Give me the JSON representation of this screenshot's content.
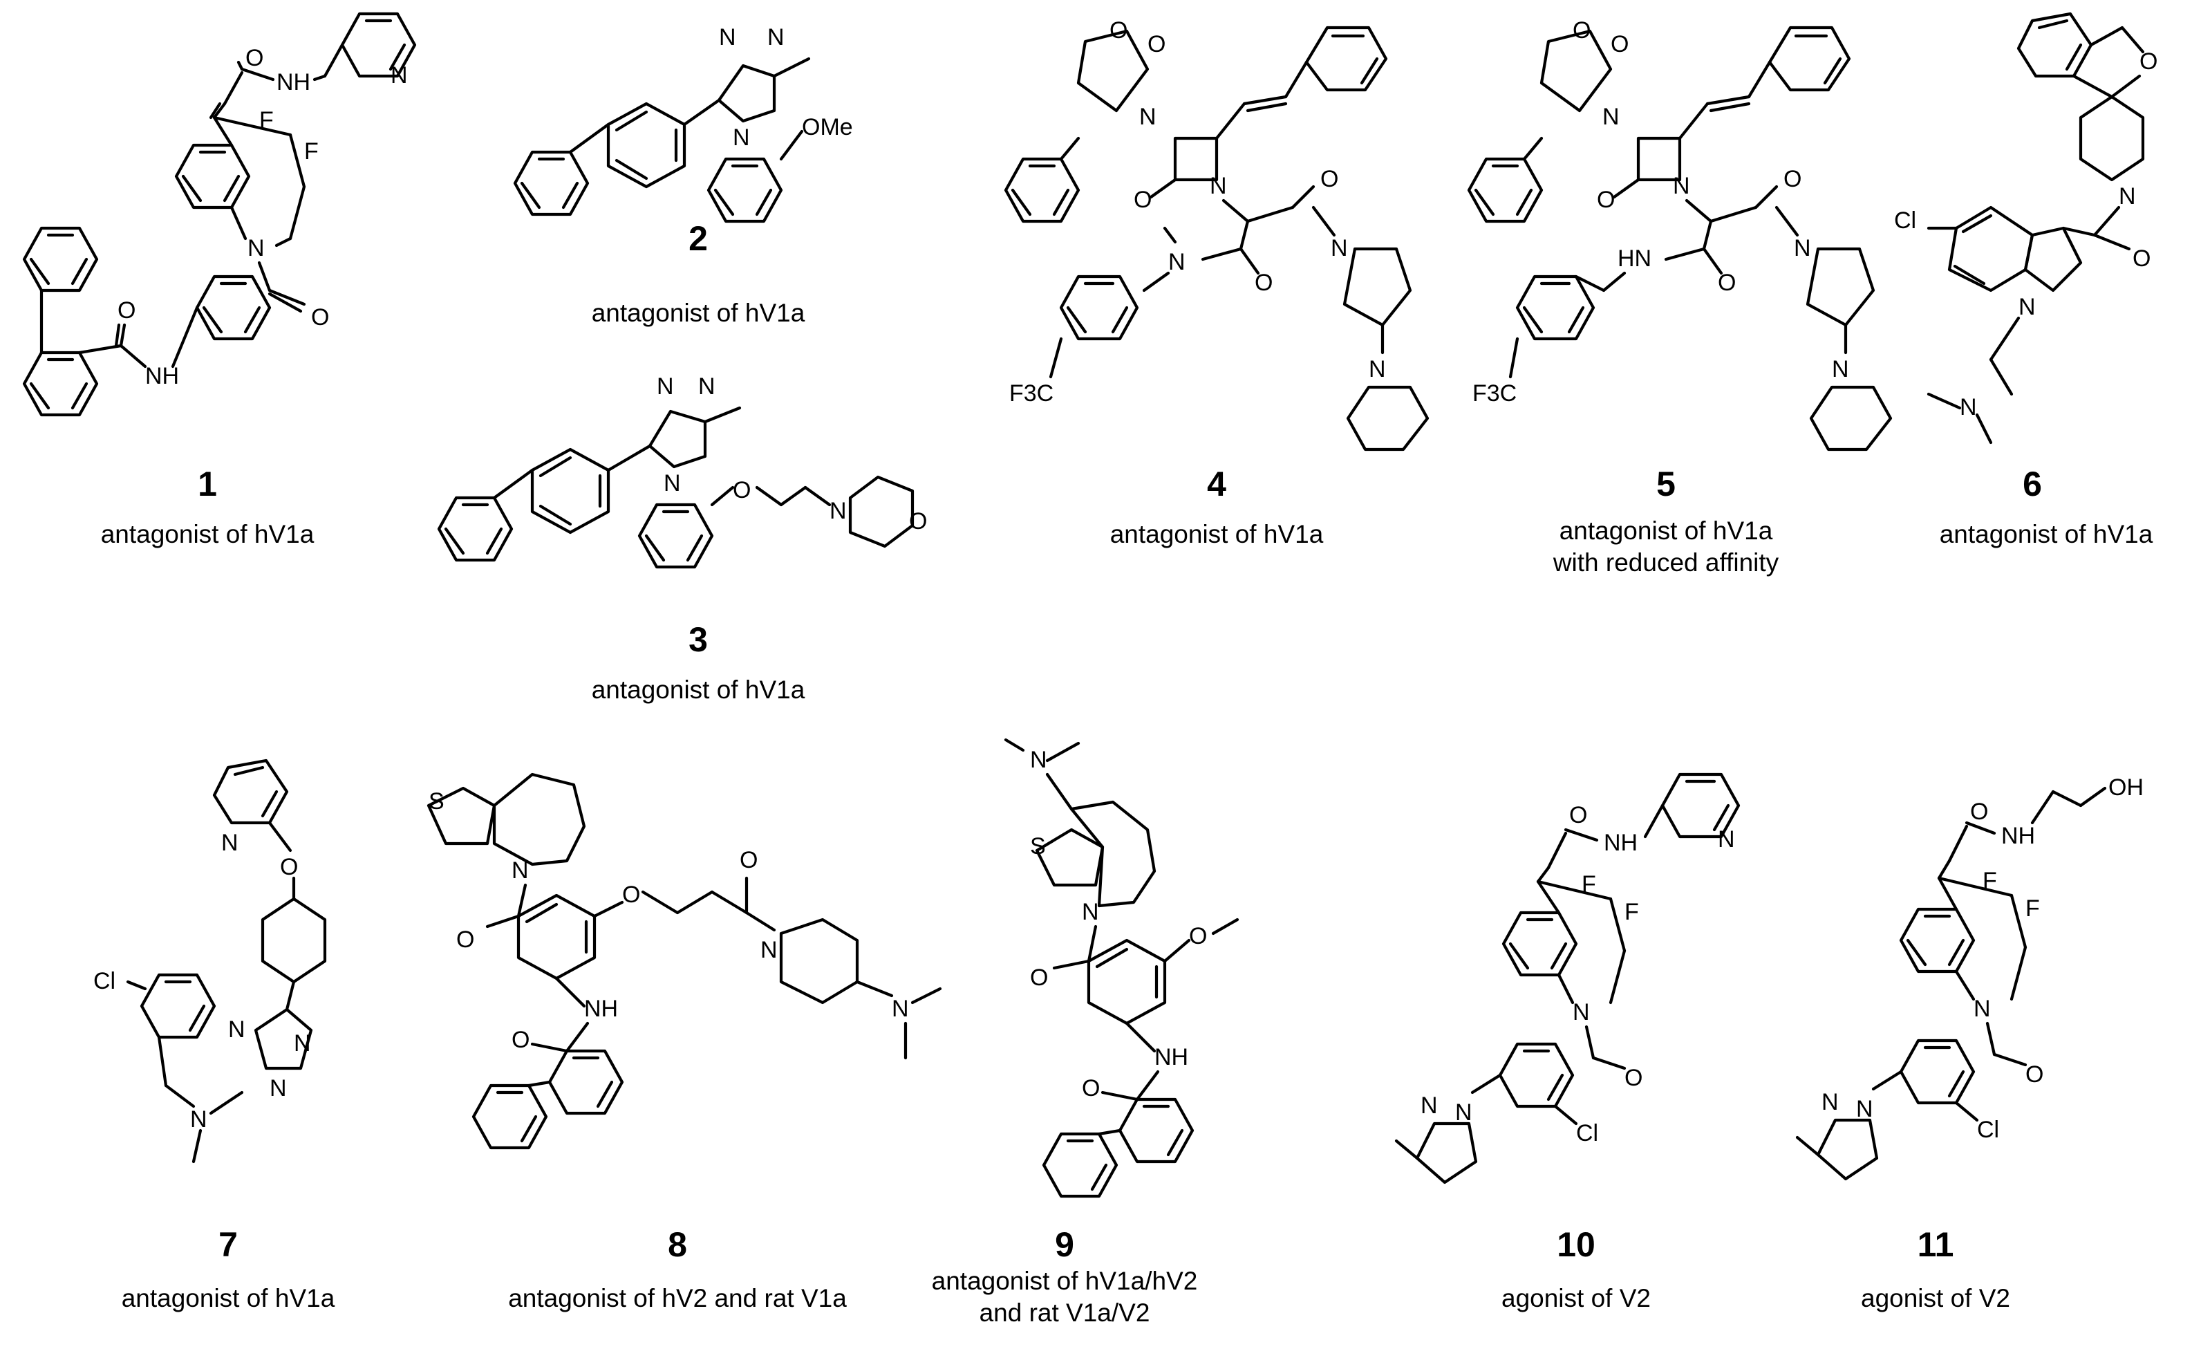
{
  "compounds": [
    {
      "id": "1",
      "activity": "antagonist of hV1a",
      "activity_line2": ""
    },
    {
      "id": "2",
      "activity": "antagonist of hV1a",
      "activity_line2": ""
    },
    {
      "id": "3",
      "activity": "antagonist of hV1a",
      "activity_line2": ""
    },
    {
      "id": "4",
      "activity": "antagonist of hV1a",
      "activity_line2": ""
    },
    {
      "id": "5",
      "activity": "antagonist of hV1a",
      "activity_line2": "with reduced affinity"
    },
    {
      "id": "6",
      "activity": "antagonist of hV1a",
      "activity_line2": ""
    },
    {
      "id": "7",
      "activity": "antagonist of hV1a",
      "activity_line2": ""
    },
    {
      "id": "8",
      "activity": "antagonist of hV2 and rat V1a",
      "activity_line2": ""
    },
    {
      "id": "9",
      "activity": "antagonist of hV1a/hV2",
      "activity_line2": "and rat V1a/V2"
    },
    {
      "id": "10",
      "activity": "agonist of V2",
      "activity_line2": ""
    },
    {
      "id": "11",
      "activity": "agonist of V2",
      "activity_line2": ""
    }
  ],
  "atom_labels": {
    "NH": "NH",
    "N": "N",
    "F": "F",
    "O": "O",
    "HN": "HN",
    "OMe": "OMe",
    "Cl": "Cl",
    "OH": "OH",
    "S": "S",
    "F3C": "F3C"
  }
}
